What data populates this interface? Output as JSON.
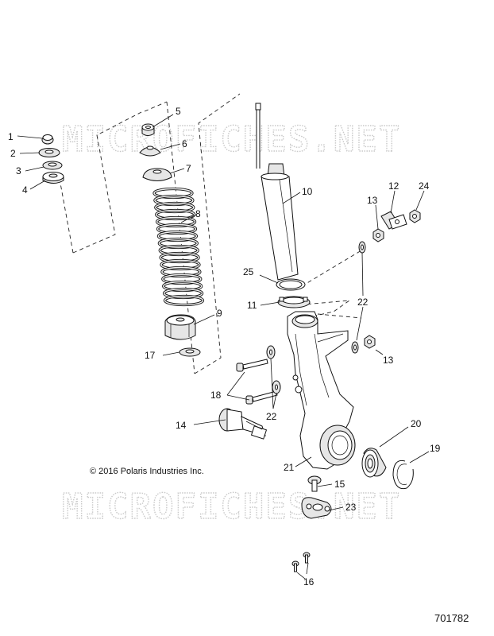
{
  "watermark": "MICROFICHES.NET",
  "copyright": "© 2016 Polaris Industries Inc.",
  "diagram_number": "701782",
  "callouts": [
    "1",
    "2",
    "3",
    "4",
    "5",
    "6",
    "7",
    "8",
    "9",
    "10",
    "11",
    "12",
    "13",
    "13",
    "14",
    "15",
    "16",
    "17",
    "18",
    "19",
    "20",
    "21",
    "22",
    "22",
    "23",
    "24",
    "25"
  ]
}
